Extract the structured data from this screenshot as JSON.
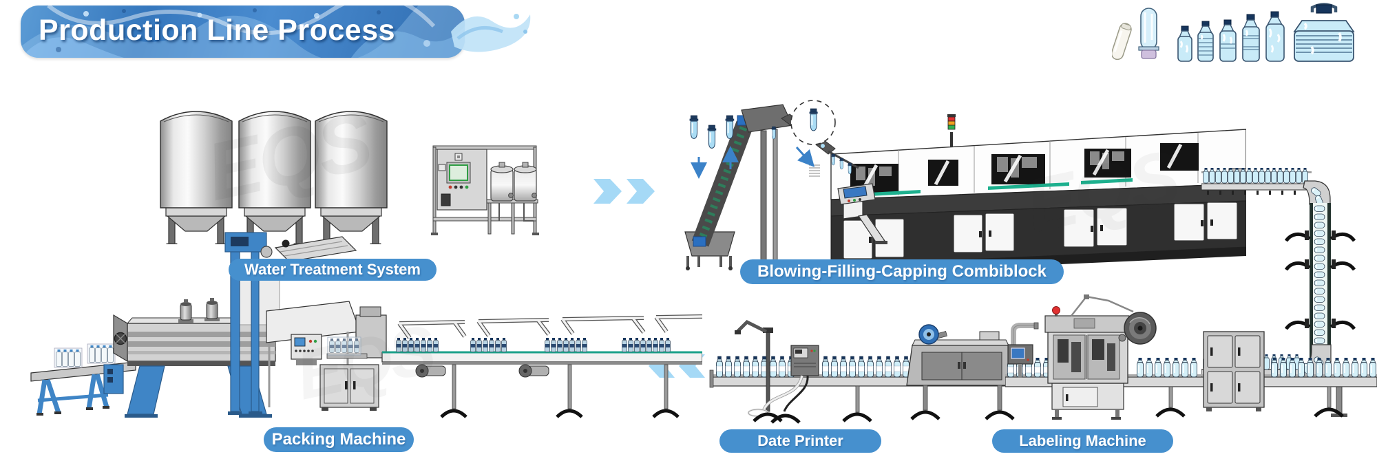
{
  "header": {
    "title": "Production Line Process"
  },
  "watermark_text": "EQS",
  "stages": {
    "water_treatment": {
      "label": "Water Treatment System"
    },
    "combiblock": {
      "label": "Blowing-Filling-Capping Combiblock"
    },
    "date_printer": {
      "label": "Date Printer"
    },
    "labeling_machine": {
      "label": "Labeling Machine"
    },
    "packing_machine": {
      "label": "Packing Machine"
    }
  },
  "bottle_lineup": {
    "items": [
      "preform-lying",
      "preform-upright",
      "bottle-small",
      "bottle-ribbed",
      "bottle-medium",
      "bottle-contour",
      "bottle-large",
      "jug-5l-with-handle"
    ]
  },
  "flow_arrows": {
    "top": "forward-right-double-chevron",
    "bottom": "backward-left-double-chevron"
  },
  "colors": {
    "label_pill_blue": "#4690ce",
    "arrow_light_blue": "#a5d9f6",
    "header_blue": "#3b7fc2",
    "machine_frame_blue": "#3f85c6",
    "accent_green": "#19a089",
    "bottle_fill_blue": "#c9ebf8",
    "cap_navy": "#16355c",
    "machine_gray": "#c9c9c9",
    "dark_outline": "#333333"
  }
}
